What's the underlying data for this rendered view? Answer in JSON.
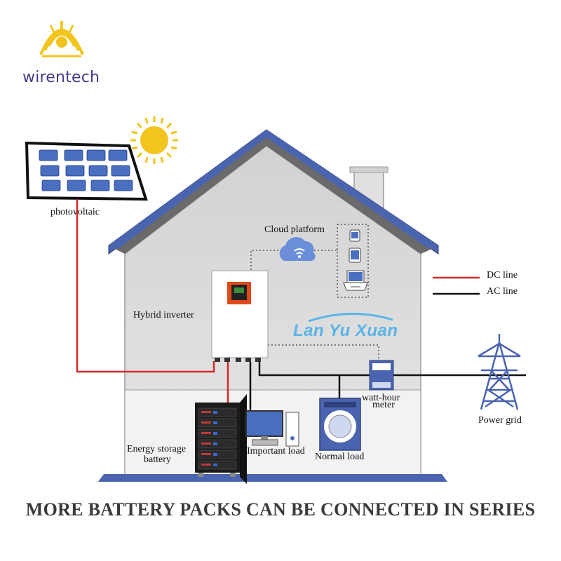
{
  "brand": {
    "name": "wirentech"
  },
  "watermark": "Lan Yu Xuan",
  "labels": {
    "photovoltaic": "photovoltaic",
    "cloud_platform": "Cloud platform",
    "hybrid_inverter": "Hybrid inverter",
    "energy_storage_line1": "Energy storage",
    "energy_storage_line2": "battery",
    "important_load": "Important load",
    "normal_load": "Normal load",
    "watt_hour_line1": "watt-hour",
    "watt_hour_line2": "meter",
    "power_grid": "Power grid"
  },
  "legend": {
    "dc_line": "DC line",
    "ac_line": "AC line"
  },
  "footer": "MORE BATTERY PACKS CAN BE CONNECTED IN SERIES",
  "colors": {
    "roof": "#4a64b0",
    "house": "#dcdcdc",
    "dc_line": "#d42a2a",
    "ac_line": "#111111",
    "sun": "#f2c41d",
    "brand": "#4a3a8c"
  }
}
